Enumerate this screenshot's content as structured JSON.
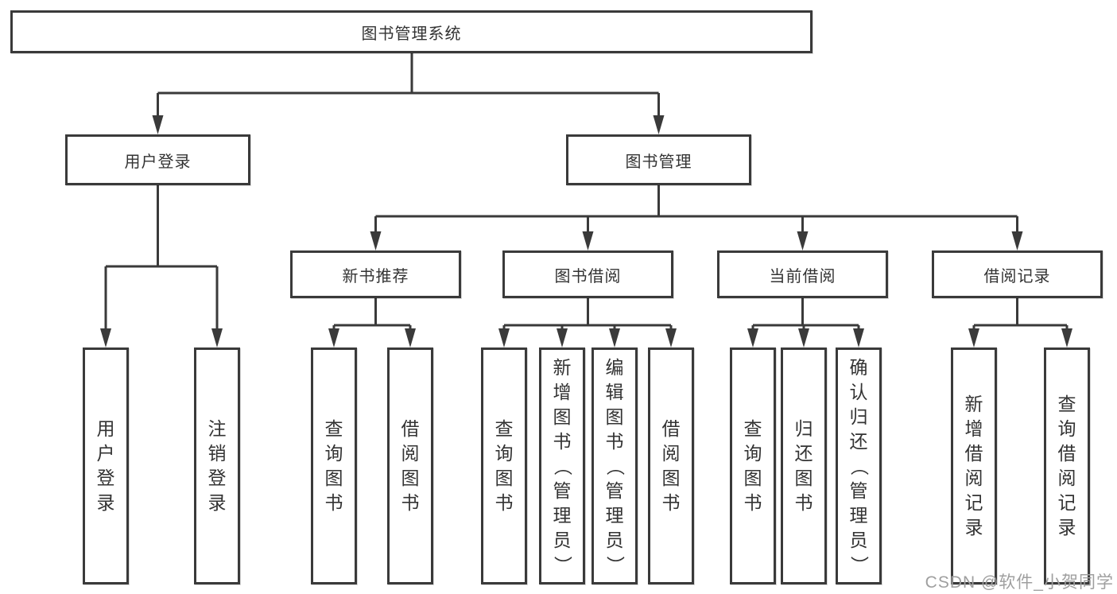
{
  "diagram": {
    "root": {
      "label": "图书管理系统"
    },
    "branches": [
      {
        "label": "用户登录",
        "children": [
          "用户登录",
          "注销登录"
        ]
      },
      {
        "label": "图书管理"
      }
    ],
    "modules": [
      {
        "label": "新书推荐",
        "children": [
          "查询图书",
          "借阅图书"
        ]
      },
      {
        "label": "图书借阅",
        "children": [
          "查询图书",
          "新增图书（管理员）",
          "编辑图书（管理员）",
          "借阅图书"
        ]
      },
      {
        "label": "当前借阅",
        "children": [
          "查询图书",
          "归还图书",
          "确认归还（管理员）"
        ]
      },
      {
        "label": "借阅记录",
        "children": [
          "新增借阅记录",
          "查询借阅记录"
        ]
      }
    ],
    "colors": {
      "line": "#3a3a3a",
      "text": "#333333",
      "box_bg": "#ffffff"
    }
  },
  "watermark": {
    "text": "CSDN @软件_小贺同学",
    "color": "#9f9f9f"
  }
}
